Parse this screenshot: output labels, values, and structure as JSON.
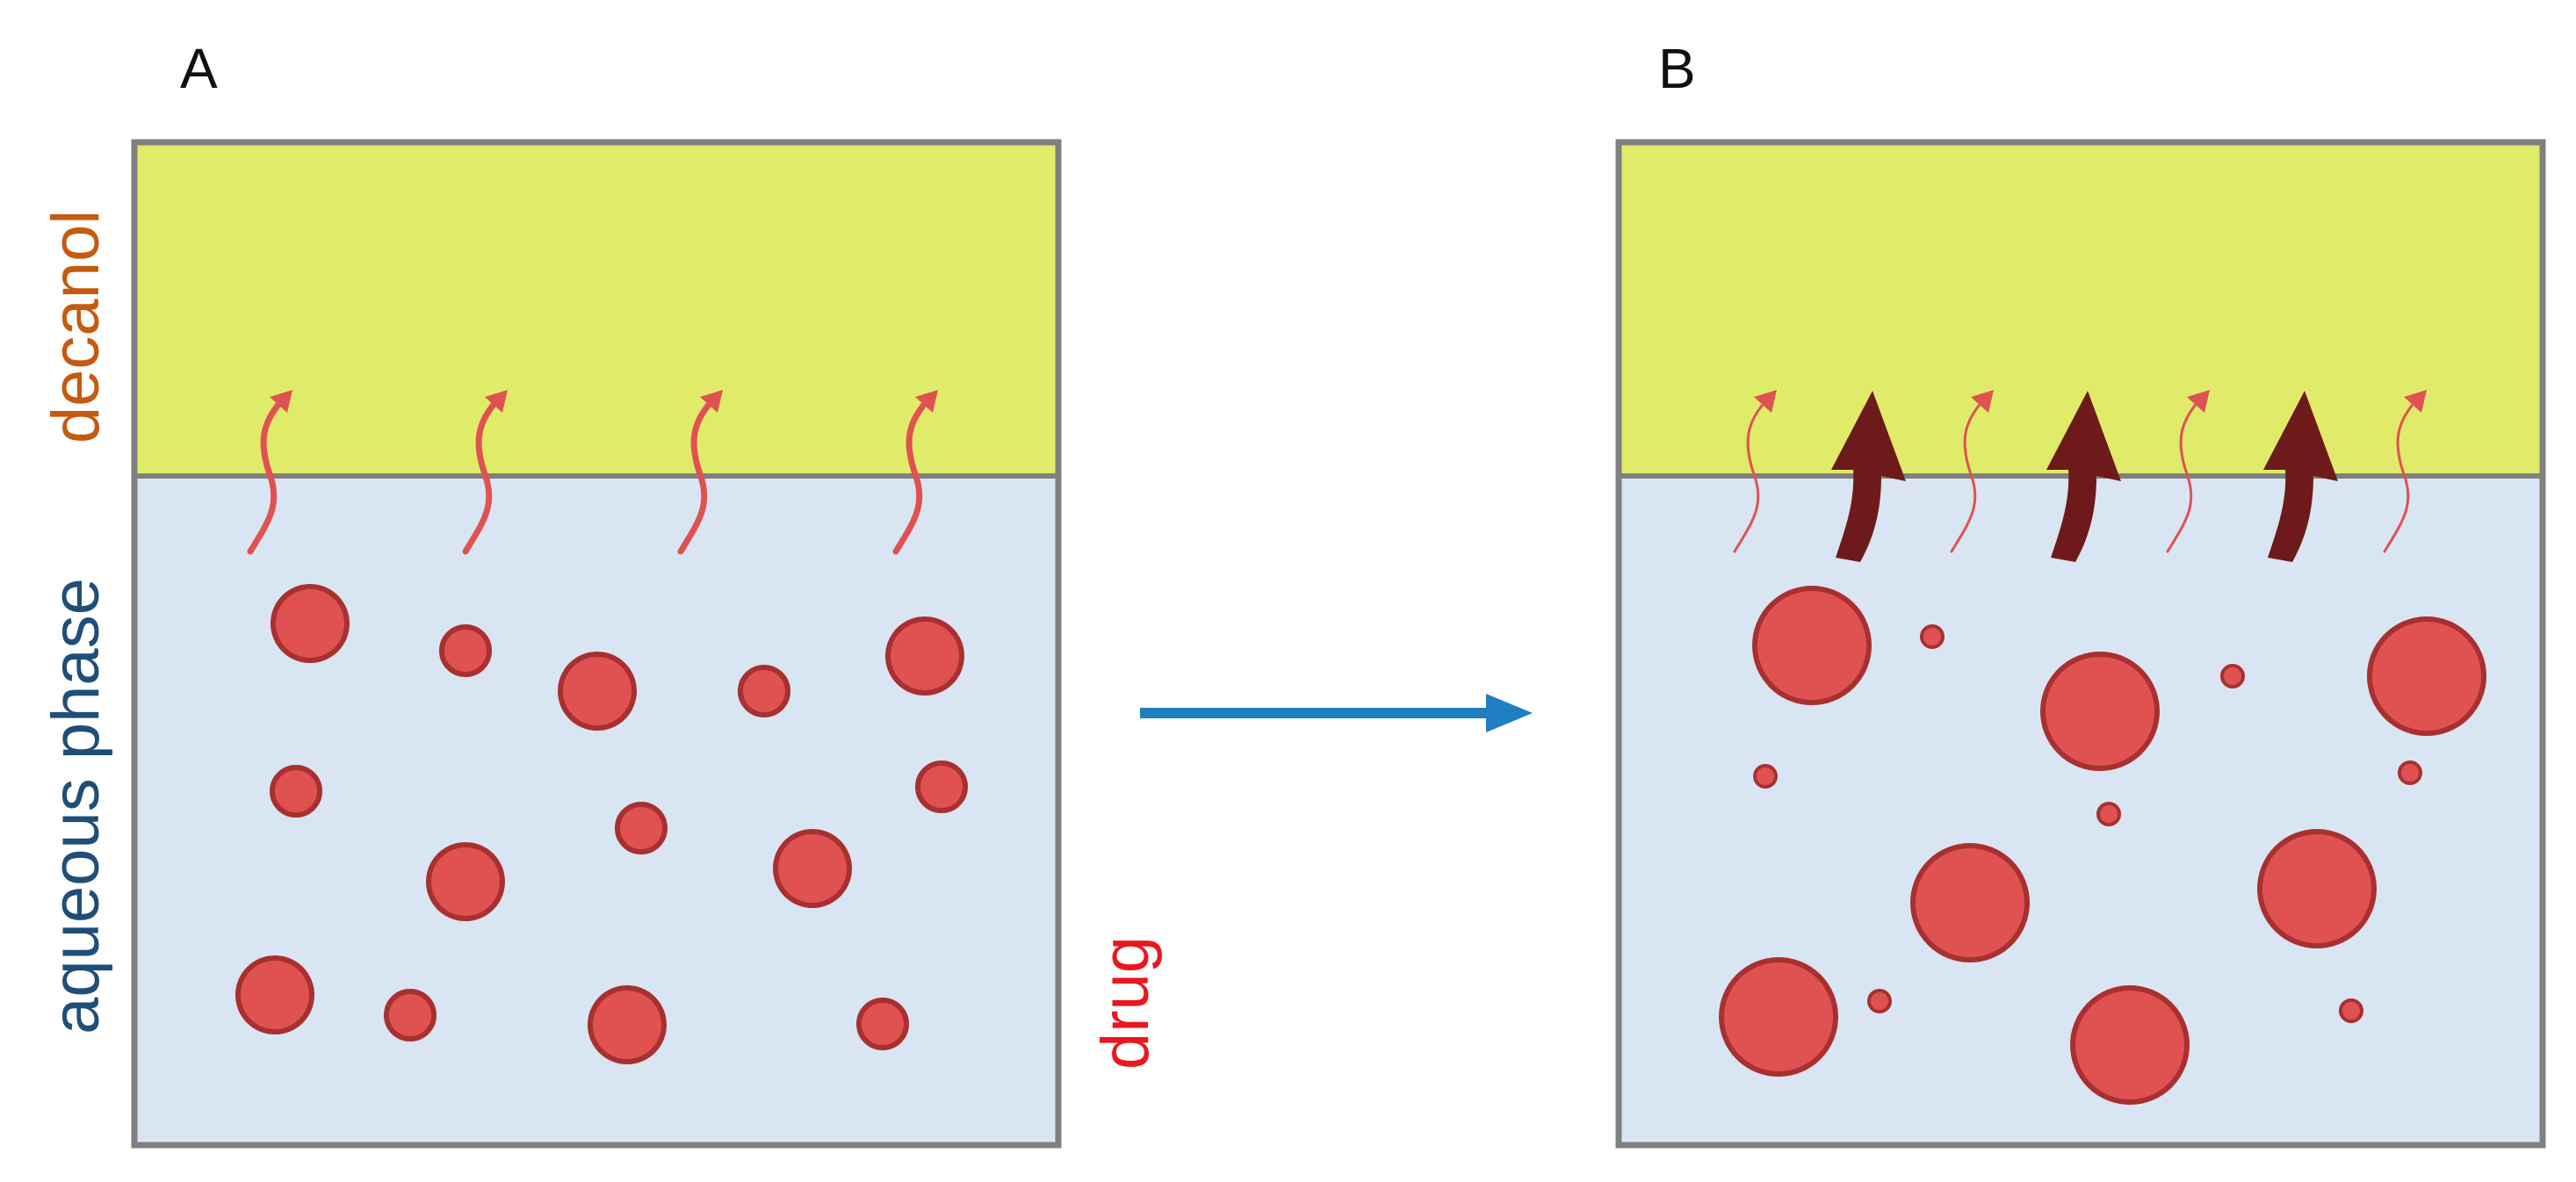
{
  "panels": {
    "a": {
      "label": "A"
    },
    "b": {
      "label": "B"
    }
  },
  "labels": {
    "decanol": "decanol",
    "aqueous": "aqueous phase",
    "drug": "drug"
  },
  "colors": {
    "decanol_fill": "#e0eb6a",
    "aqueous_fill": "#d9e5f2",
    "frame": "#808080",
    "drug_fill": "#e05252",
    "drug_stroke": "#a83030",
    "thin_arrow": "#e05252",
    "thick_arrow": "#6e1a1a",
    "transition_arrow": "#1f7fc1",
    "decanol_text": "#c55a11",
    "aqueous_text": "#1f4e79",
    "drug_text": "#e8181e"
  }
}
